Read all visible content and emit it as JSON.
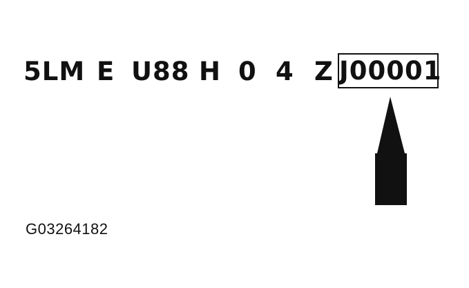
{
  "vin": {
    "segments": [
      "5LM",
      "E",
      "U88",
      "H",
      "0",
      "4",
      "Z"
    ],
    "highlighted_segment": "J00001"
  },
  "figure_id": "G03264182",
  "colors": {
    "ink": "#111111",
    "background": "#ffffff"
  },
  "icons": {
    "pointer": "up-arrow-icon"
  }
}
